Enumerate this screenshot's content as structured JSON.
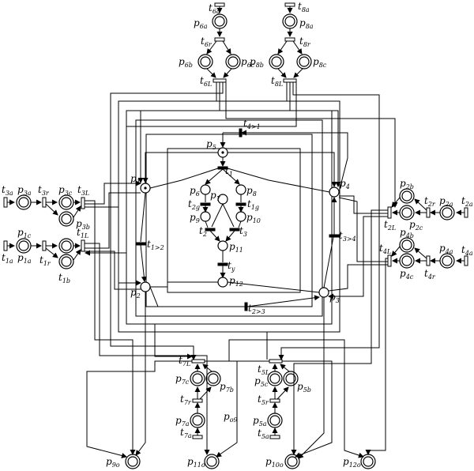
{
  "places": {
    "p1": {
      "main": "p",
      "sub": "1"
    },
    "p2": {
      "main": "p",
      "sub": "2"
    },
    "p3": {
      "main": "p",
      "sub": "3"
    },
    "p4": {
      "main": "p",
      "sub": "4"
    },
    "p5": {
      "main": "p",
      "sub": "5"
    },
    "p6": {
      "main": "p",
      "sub": "6"
    },
    "p7": {
      "main": "p",
      "sub": "7"
    },
    "p8": {
      "main": "p",
      "sub": "8"
    },
    "p9": {
      "main": "p",
      "sub": "9"
    },
    "p10": {
      "main": "p",
      "sub": "10"
    },
    "p11": {
      "main": "p",
      "sub": "11"
    },
    "p12": {
      "main": "p",
      "sub": "12"
    },
    "p1a": {
      "main": "p",
      "sub": "1a"
    },
    "p1c": {
      "main": "p",
      "sub": "1c"
    },
    "p2a": {
      "main": "p",
      "sub": "2a"
    },
    "p2b": {
      "main": "p",
      "sub": "2b"
    },
    "p2c": {
      "main": "p",
      "sub": "2c"
    },
    "p3a": {
      "main": "p",
      "sub": "3a"
    },
    "p3b": {
      "main": "p",
      "sub": "3b"
    },
    "p3c": {
      "main": "p",
      "sub": "3c"
    },
    "p4a": {
      "main": "p",
      "sub": "4a"
    },
    "p4b": {
      "main": "p",
      "sub": "4b"
    },
    "p4c": {
      "main": "p",
      "sub": "4c"
    },
    "p5a": {
      "main": "p",
      "sub": "5a"
    },
    "p5b": {
      "main": "p",
      "sub": "5b"
    },
    "p5c": {
      "main": "p",
      "sub": "5c"
    },
    "p6a": {
      "main": "p",
      "sub": "6a"
    },
    "p6b": {
      "main": "p",
      "sub": "6b"
    },
    "p6c": {
      "main": "p",
      "sub": "6c"
    },
    "p7a": {
      "main": "p",
      "sub": "7a"
    },
    "p7b": {
      "main": "p",
      "sub": "7b"
    },
    "p7c": {
      "main": "p",
      "sub": "7c"
    },
    "p8a": {
      "main": "p",
      "sub": "8a"
    },
    "p8b": {
      "main": "p",
      "sub": "8b"
    },
    "p8c": {
      "main": "p",
      "sub": "8c"
    },
    "po9": {
      "main": "p",
      "sub": "o9"
    },
    "p9o": {
      "main": "p",
      "sub": "9o"
    },
    "p10o": {
      "main": "p",
      "sub": "10o"
    },
    "p11o": {
      "main": "p",
      "sub": "11o"
    },
    "p12o": {
      "main": "p",
      "sub": "12o"
    }
  },
  "transitions": {
    "t1": {
      "main": "t",
      "sub": "1"
    },
    "t2": {
      "main": "t",
      "sub": "2"
    },
    "t3": {
      "main": "t",
      "sub": "3"
    },
    "t1g": {
      "main": "t",
      "sub": "1g"
    },
    "t2g": {
      "main": "t",
      "sub": "2g"
    },
    "ty": {
      "main": "t",
      "sub": "y"
    },
    "t1a": {
      "main": "t",
      "sub": "1a"
    },
    "t1b": {
      "main": "t",
      "sub": "1b"
    },
    "t1r": {
      "main": "t",
      "sub": "1r"
    },
    "t1L": {
      "main": "t",
      "sub": "1L"
    },
    "t2a": {
      "main": "t",
      "sub": "2a"
    },
    "t2r": {
      "main": "t",
      "sub": "2r"
    },
    "t2L": {
      "main": "t",
      "sub": "2L"
    },
    "t3a": {
      "main": "t",
      "sub": "3a"
    },
    "t3r": {
      "main": "t",
      "sub": "3r"
    },
    "t3L": {
      "main": "t",
      "sub": "3L"
    },
    "t4a": {
      "main": "t",
      "sub": "4a"
    },
    "t4r": {
      "main": "t",
      "sub": "4r"
    },
    "t4L": {
      "main": "t",
      "sub": "4L"
    },
    "t5a": {
      "main": "t",
      "sub": "5a"
    },
    "t5r": {
      "main": "t",
      "sub": "5r"
    },
    "t5L": {
      "main": "t",
      "sub": "5L"
    },
    "t6a": {
      "main": "t",
      "sub": "6a"
    },
    "t6r": {
      "main": "t",
      "sub": "6r"
    },
    "t6L": {
      "main": "t",
      "sub": "6L"
    },
    "t7a": {
      "main": "t",
      "sub": "7a"
    },
    "t7r": {
      "main": "t",
      "sub": "7r"
    },
    "t7L": {
      "main": "t",
      "sub": "7L"
    },
    "t8a": {
      "main": "t",
      "sub": "8a"
    },
    "t8r": {
      "main": "t",
      "sub": "8r"
    },
    "t8L": {
      "main": "t",
      "sub": "8L"
    },
    "t1to2": {
      "main": "t",
      "sub": "1>2"
    },
    "t2to3": {
      "main": "t",
      "sub": "2>3"
    },
    "t3to4": {
      "main": "t",
      "sub": "3>4"
    },
    "t4to1": {
      "main": "t",
      "sub": "4>1"
    }
  }
}
